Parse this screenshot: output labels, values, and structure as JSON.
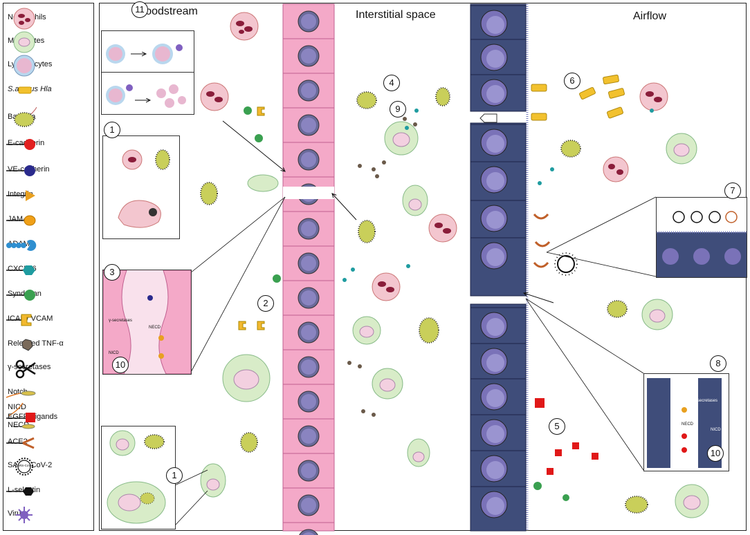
{
  "legend": {
    "items": [
      {
        "label": "Neutrophils",
        "icon": "neutrophil-icon"
      },
      {
        "label": "Monocytes",
        "icon": "monocyte-icon"
      },
      {
        "label": "Lymphocytes",
        "icon": "lymphocyte-icon"
      },
      {
        "label": "S.aureus Hla",
        "icon": "hla-toxin-icon",
        "italic_part": "S.aureus"
      },
      {
        "label": "Bacteria",
        "icon": "bacteria-icon"
      },
      {
        "label": "E-cadherin",
        "icon": "e-cadherin-icon"
      },
      {
        "label": "VE-cadherin",
        "icon": "ve-cadherin-icon"
      },
      {
        "label": "Integrin",
        "icon": "integrin-icon"
      },
      {
        "label": "JAM-A",
        "icon": "jam-a-icon"
      },
      {
        "label": "ADAM",
        "icon": "adam-icon"
      },
      {
        "label": "CXCL16",
        "icon": "cxcl16-icon"
      },
      {
        "label": "Syndecan",
        "icon": "syndecan-icon"
      },
      {
        "label": "ICAM/ VCAM",
        "icon": "icam-vcam-icon"
      },
      {
        "label": "Released TNF-α",
        "icon": "tnf-alpha-icon"
      },
      {
        "label": "γ-secretases",
        "icon": "scissors-icon"
      },
      {
        "label": "Notch",
        "icon": "notch-icon"
      },
      {
        "label": "NICD",
        "icon": "nicd-icon"
      },
      {
        "label": "NECD",
        "icon": "necd-icon"
      },
      {
        "label": "EGFR Ligands",
        "icon": "egfr-ligand-icon"
      },
      {
        "label": "ACE2",
        "icon": "ace2-icon"
      },
      {
        "label": "SARS-CoV-2",
        "icon": "sars-cov-2-icon"
      },
      {
        "label": "L-selectin",
        "icon": "l-selectin-icon"
      },
      {
        "label": "Virus",
        "icon": "virus-icon"
      }
    ],
    "sars_badge": "SARS-CoV-2"
  },
  "regions": {
    "bloodstream": "Bloodstream",
    "interstitial": "Interstitial space",
    "airflow": "Airflow"
  },
  "numbers": {
    "n11": "11",
    "n1a": "1",
    "n1b": "1",
    "n3": "3",
    "n2": "2",
    "n4": "4",
    "n9": "9",
    "n6": "6",
    "n7": "7",
    "n8": "8",
    "n5": "5",
    "n10a": "10",
    "n10b": "10"
  },
  "inset_labels": {
    "gamma_left": "γ-secretases",
    "necd_left": "NECD",
    "nicd_left": "NICD",
    "gamma_right": "γ-secretases",
    "necd_right": "NECD",
    "nicd_right": "NICD"
  },
  "colors": {
    "endothelium": "#f4a9c8",
    "epithelium": "#3f4d7a",
    "neutrophil": "#f3c6cf",
    "monocyte": "#d8ecc8",
    "lymphocyte": "#b9d7ee",
    "hla": "#f2c12e",
    "ecadherin": "#e22020",
    "vecadherin": "#2a2a8c",
    "integrin": "#e8a020",
    "adam": "#2f8fd0",
    "cxcl16": "#1f9ca0",
    "syndecan": "#3aa050"
  }
}
